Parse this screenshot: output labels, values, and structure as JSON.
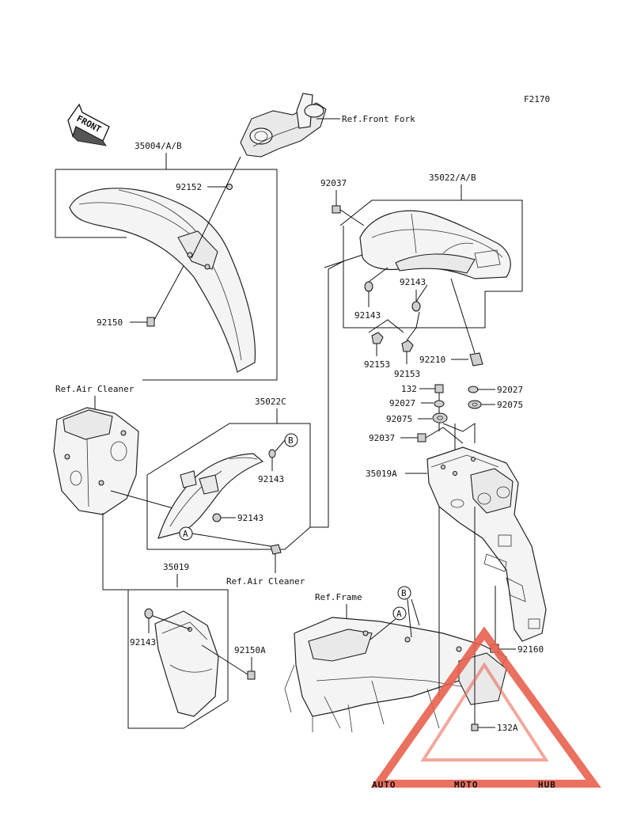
{
  "diagram_code": "F2170",
  "front_label": "FRONT",
  "references": {
    "front_fork": "Ref.Front Fork",
    "air_cleaner_1": "Ref.Air Cleaner",
    "air_cleaner_2": "Ref.Air Cleaner",
    "frame": "Ref.Frame"
  },
  "parts": {
    "p35004": "35004/A/B",
    "p92152": "92152",
    "p92150": "92150",
    "p35022": "35022/A/B",
    "p92037a": "92037",
    "p92143a": "92143",
    "p92143b": "92143",
    "p92153a": "92153",
    "p92153b": "92153",
    "p92210": "92210",
    "p132": "132",
    "p92027a": "92027",
    "p92027b": "92027",
    "p92075a": "92075",
    "p92075b": "92075",
    "p92037b": "92037",
    "p35019A": "35019A",
    "p35022C": "35022C",
    "p92143c": "92143",
    "p92143d": "92143",
    "p35019": "35019",
    "p92143e": "92143",
    "p92150A": "92150A",
    "p92160": "92160",
    "p132A": "132A"
  },
  "callouts": {
    "A1": "A",
    "B1": "B",
    "A2": "A",
    "B2": "B"
  },
  "watermark": {
    "auto": "AUTO",
    "moto": "MOTO",
    "hub": "HUB",
    "colors": {
      "orange": "#f3b24a",
      "red": "#e8604f",
      "gray": "#6b6b6b"
    }
  }
}
